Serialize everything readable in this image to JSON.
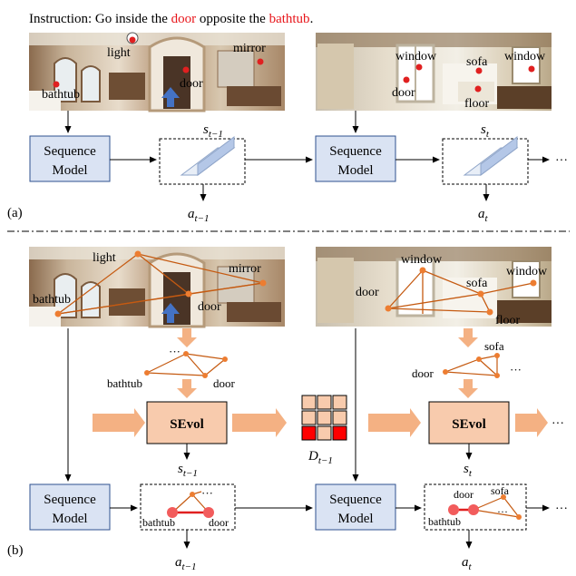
{
  "instruction": {
    "prefix": "Instruction: Go inside the ",
    "word1": "door",
    "mid": " opposite the ",
    "word2": "bathtub",
    "suffix": ".",
    "highlight_color": "#e8161b"
  },
  "panel_a": {
    "label": "(a)",
    "image1_labels": {
      "light": "light",
      "mirror": "mirror",
      "bathtub": "bathtub",
      "door": "door"
    },
    "image2_labels": {
      "window1": "window",
      "window2": "window",
      "sofa": "sofa",
      "door": "door",
      "floor": "floor"
    },
    "seq_model_1": {
      "line1": "Sequence",
      "line2": "Model"
    },
    "seq_model_2": {
      "line1": "Sequence",
      "line2": "Model"
    },
    "state_prev": {
      "base": "s",
      "sub": "t−1"
    },
    "state_cur": {
      "base": "s",
      "sub": "t"
    },
    "action_prev": {
      "base": "a",
      "sub": "t−1"
    },
    "action_cur": {
      "base": "a",
      "sub": "t"
    },
    "ellipsis": "···"
  },
  "panel_b": {
    "label": "(b)",
    "image1_labels": {
      "light": "light",
      "mirror": "mirror",
      "bathtub": "bathtub",
      "door": "door"
    },
    "image2_labels": {
      "window1": "window",
      "window2": "window",
      "sofa": "sofa",
      "door": "door",
      "floor": "floor"
    },
    "graph1_labels": {
      "bathtub": "bathtub",
      "door": "door",
      "dots": "···"
    },
    "graph2_labels": {
      "sofa": "sofa",
      "door": "door",
      "dots": "···"
    },
    "sevol_1": "SEvol",
    "sevol_2": "SEvol",
    "matrix_label": {
      "base": "D",
      "sub": "t−1"
    },
    "seq_model_1": {
      "line1": "Sequence",
      "line2": "Model"
    },
    "seq_model_2": {
      "line1": "Sequence",
      "line2": "Model"
    },
    "state_prev": {
      "base": "s",
      "sub": "t−1"
    },
    "state_cur": {
      "base": "s",
      "sub": "t"
    },
    "action_prev": {
      "base": "a",
      "sub": "t−1"
    },
    "action_cur": {
      "base": "a",
      "sub": "t"
    },
    "mem1_labels": {
      "bathtub": "bathtub",
      "door": "door",
      "dots": "···"
    },
    "mem2_labels": {
      "bathtub": "bathtub",
      "door": "door",
      "sofa": "sofa",
      "dots": "···"
    },
    "ellipsis": "···"
  },
  "colors": {
    "seq_fill": "#dae3f3",
    "seq_stroke": "#2f528f",
    "sevol_fill": "#f8cbad",
    "orange_arrow": "#f4b183",
    "graph_line": "#c55a11",
    "graph_node": "#ed7d31",
    "red_dot": "#e02020",
    "matrix_cell": "#f8cbad",
    "matrix_red": "#ff0000",
    "blue_arrow": "#4472c4"
  }
}
